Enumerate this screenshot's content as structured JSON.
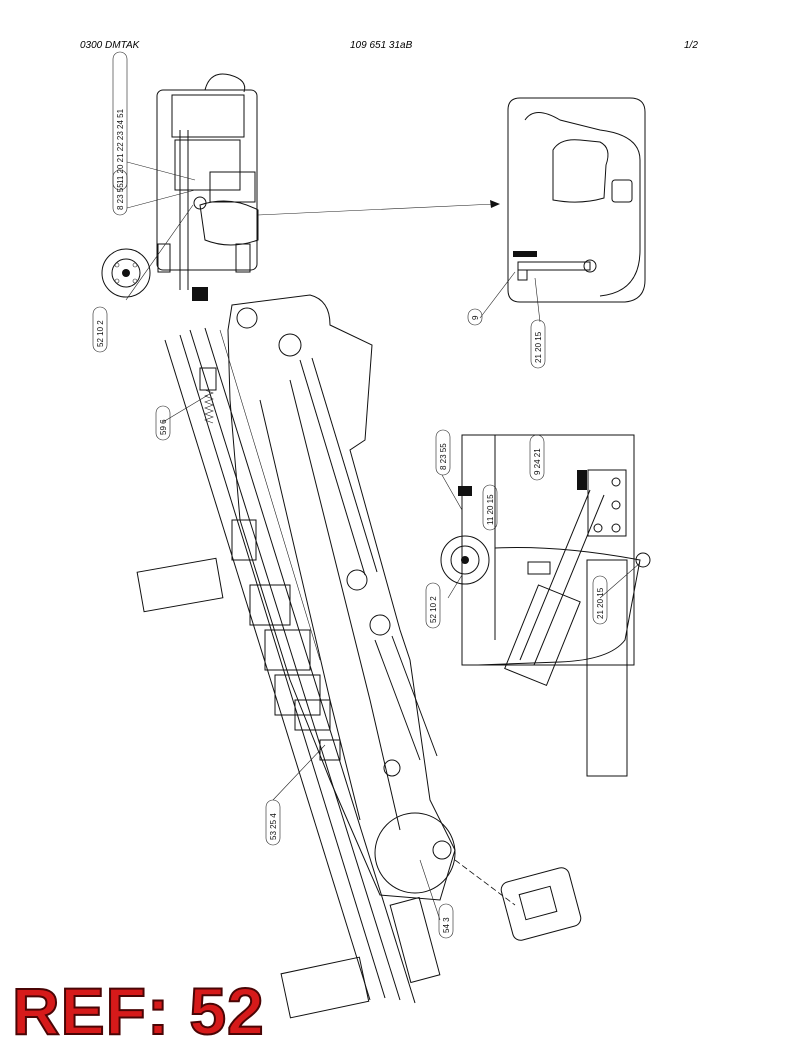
{
  "header": {
    "left": "0300   DMTAK",
    "center": "109 651 31aB",
    "right": "1/2"
  },
  "callouts": [
    {
      "id": "c-11-20-21-22-23-24-51",
      "text": "11 20 21 22 23 24 51"
    },
    {
      "id": "c-8-23-55-top",
      "text": "8 23 55"
    },
    {
      "id": "c-52-10-2-top",
      "text": "52 10 2"
    },
    {
      "id": "c-9-top",
      "text": "9"
    },
    {
      "id": "c-21-20-15-top",
      "text": "21 20 15"
    },
    {
      "id": "c-59-6",
      "text": "59 6"
    },
    {
      "id": "c-8-23-55-right",
      "text": "8 23 55"
    },
    {
      "id": "c-9-24-21",
      "text": "9 24 21"
    },
    {
      "id": "c-11-20-15",
      "text": "11 20 15"
    },
    {
      "id": "c-52-10-2-right",
      "text": "52 10 2"
    },
    {
      "id": "c-21-20-15-right",
      "text": "21 20 15"
    },
    {
      "id": "c-53-25-4",
      "text": "53 25 4"
    },
    {
      "id": "c-54-3",
      "text": "54 3"
    }
  ],
  "ref_label": "REF: 52",
  "colors": {
    "ref": "#d61a1a",
    "line": "#111111"
  }
}
